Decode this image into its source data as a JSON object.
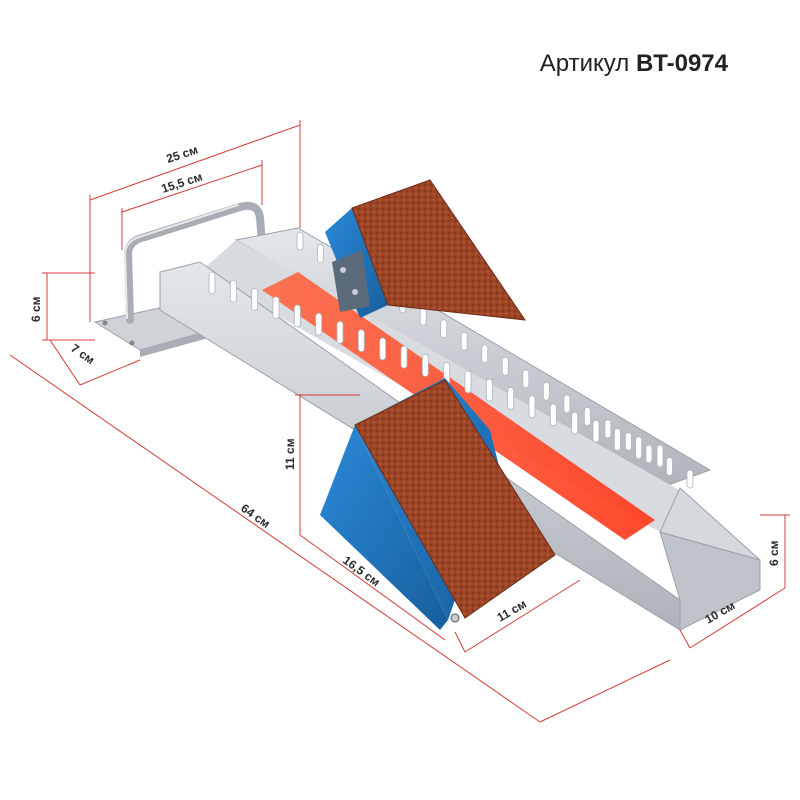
{
  "sku": {
    "label": "Артикул",
    "code": "BT-0974"
  },
  "dimensions": {
    "total_width": "25 см",
    "handle_width": "15,5 см",
    "frame_height": "6 см",
    "base_depth": "7 см",
    "length": "64 см",
    "block_height": "11 см",
    "block_length": "16,5 см",
    "block_width": "11 см",
    "rear_height": "6 см",
    "rear_width": "10 см"
  },
  "colors": {
    "aluminium": "#c9cdd3",
    "aluminium_dark": "#a9aeb6",
    "block_blue": "#1f78c8",
    "block_blue_dark": "#185f9f",
    "turf": "#9c4426",
    "track_red": "#ff4a2a",
    "dimension_line": "#d43c3c"
  }
}
